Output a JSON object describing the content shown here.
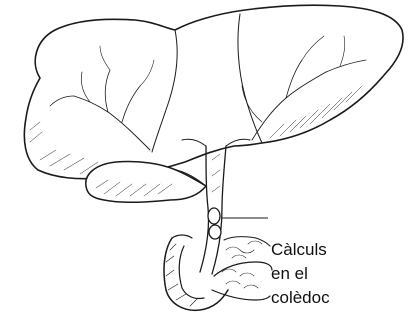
{
  "illustration": {
    "parts": [
      "liver-icon",
      "gallbladder-icon",
      "bile-duct-icon",
      "gallstones-icon",
      "duodenum-icon",
      "pancreas-icon"
    ],
    "colors": {
      "ink": "#1a1a1a",
      "paper": "#ffffff"
    }
  },
  "callout": {
    "label_lines": [
      "Càlculs",
      "en el",
      "colèdoc"
    ]
  }
}
